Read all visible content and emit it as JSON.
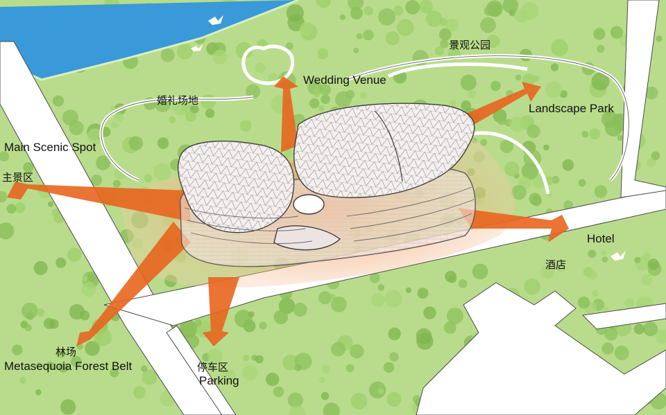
{
  "labels": {
    "wedding_en": "Wedding Venue",
    "wedding_zh": "婚礼场地",
    "landscape_en": "Landscape Park",
    "landscape_zh": "景观公园",
    "scenic_en": "Main Scenic Spot",
    "scenic_zh": "主景区",
    "hotel_en": "Hotel",
    "hotel_zh": "酒店",
    "forest_en": "Metasequoia Forest Belt",
    "forest_zh": "林场",
    "parking_en": "Parking",
    "parking_zh": "停车区"
  },
  "colors": {
    "grass": "#b9dc8c",
    "tree": "#8fc25f",
    "water": "#3a9ad9",
    "road": "#ffffff",
    "arrow": "#e8651e",
    "glow": "#f2a070",
    "building": "#f6eeec",
    "outline": "#3b3b3b"
  }
}
